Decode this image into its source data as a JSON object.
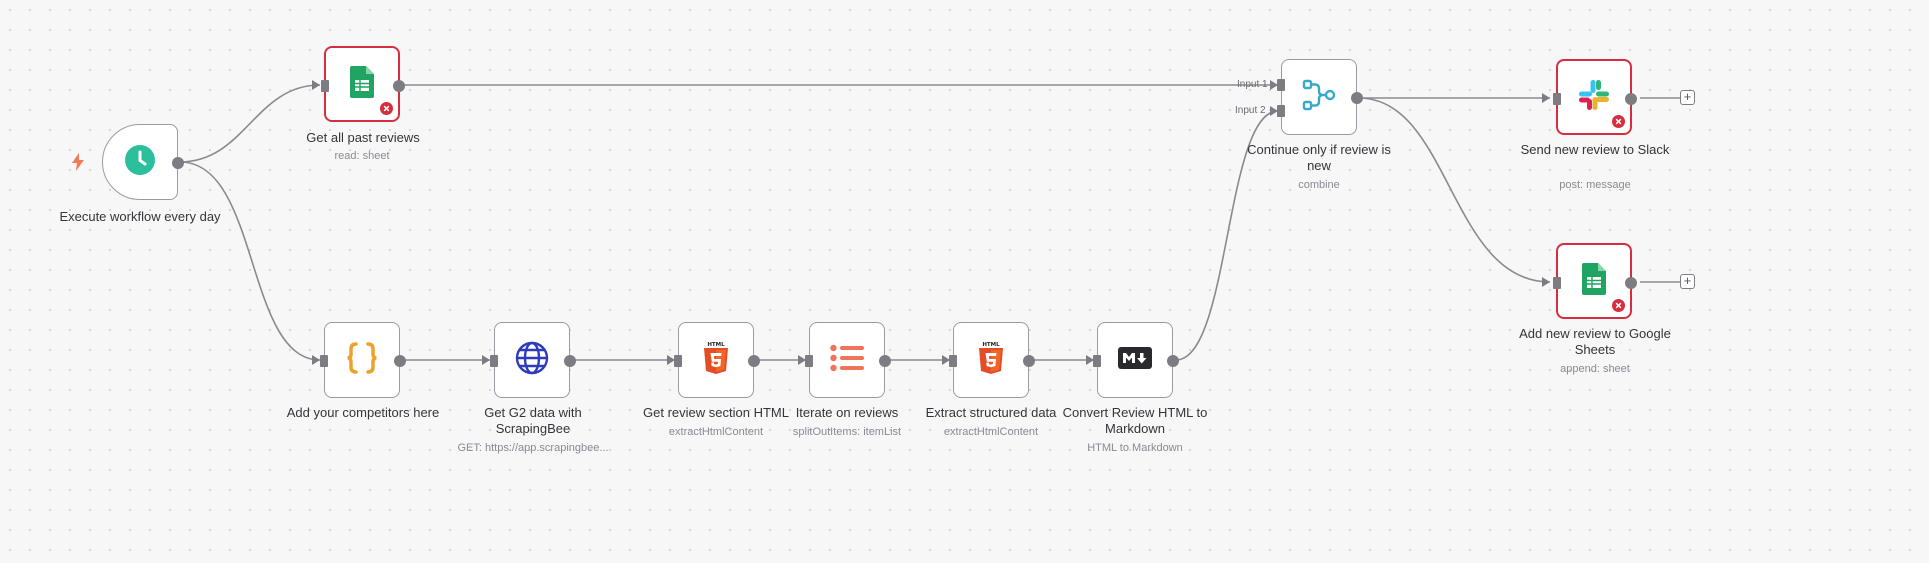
{
  "colors": {
    "canvas": "#f7f7f8",
    "edge": "#8a8a8f",
    "node_border": "#9a9aa2",
    "error_border": "#d62e3f",
    "schedule_green": "#2bbf9b",
    "sheets_green": "#1fa463",
    "code_orange": "#f0a02a",
    "http_blue": "#2f3bbf",
    "html5_orange": "#e44d26",
    "list_salmon": "#f0745a",
    "merge_teal": "#3aa9c9"
  },
  "trigger_icon": "lightning-icon",
  "nodes": {
    "schedule": {
      "label": "Execute workflow every day",
      "icon": "clock-icon"
    },
    "past_reviews": {
      "label": "Get all past reviews",
      "subtitle": "read: sheet",
      "icon": "google-sheets-icon"
    },
    "competitors": {
      "label": "Add your competitors here",
      "icon": "braces-icon"
    },
    "g2": {
      "label": "Get G2 data with ScrapingBee",
      "subtitle": "GET: https://app.scrapingbee...",
      "icon": "globe-icon"
    },
    "review_section": {
      "label": "Get review section HTML",
      "subtitle": "extractHtmlContent",
      "icon": "html5-icon"
    },
    "iterate": {
      "label": "Iterate on reviews",
      "subtitle": "splitOutItems: itemList",
      "icon": "list-icon"
    },
    "extract": {
      "label": "Extract structured data",
      "subtitle": "extractHtmlContent",
      "icon": "html5-icon"
    },
    "markdown": {
      "label": "Convert Review HTML to Markdown",
      "subtitle": "HTML to Markdown",
      "icon": "markdown-icon"
    },
    "merge": {
      "label": "Continue only if review is new",
      "subtitle": "combine",
      "icon": "merge-icon",
      "input1": "Input 1",
      "input2": "Input 2"
    },
    "slack": {
      "label": "Send new review to Slack",
      "subtitle": "post: message",
      "icon": "slack-icon"
    },
    "append": {
      "label": "Add new review to Google Sheets",
      "subtitle": "append: sheet",
      "icon": "google-sheets-icon"
    }
  },
  "plus_button": "+"
}
